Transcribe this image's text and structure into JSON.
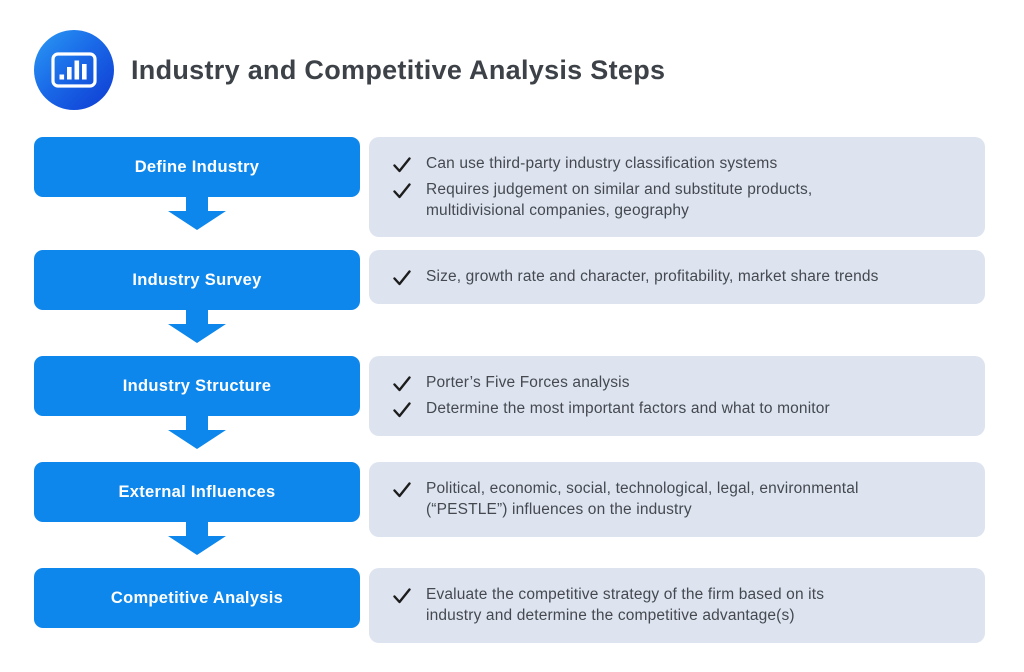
{
  "header": {
    "title": "Industry and Competitive Analysis Steps",
    "logo_icon": "bar-chart-icon"
  },
  "colors": {
    "accent_blue": "#0E87EC",
    "panel_background": "#DDE4F0",
    "title_text": "#3D4248",
    "body_text": "#45494F",
    "checkmark": "#1D1D1D",
    "logo_gradient_start": "#2B9BF4",
    "logo_gradient_end": "#0E3AD2"
  },
  "steps": [
    {
      "label": "Define Industry",
      "points": [
        "Can use third-party industry classification systems",
        "Requires judgement on similar and substitute products, multidivisional companies, geography"
      ]
    },
    {
      "label": "Industry Survey",
      "points": [
        "Size, growth rate and character, profitability, market share trends"
      ]
    },
    {
      "label": "Industry Structure",
      "points": [
        "Porter’s Five Forces analysis",
        "Determine the most important factors and what to monitor"
      ]
    },
    {
      "label": "External Influences",
      "points": [
        "Political, economic, social, technological, legal, environmental (“PESTLE”) influences on the industry"
      ]
    },
    {
      "label": "Competitive Analysis",
      "points": [
        "Evaluate the competitive strategy of the firm based on its industry and determine the competitive advantage(s)"
      ]
    }
  ]
}
